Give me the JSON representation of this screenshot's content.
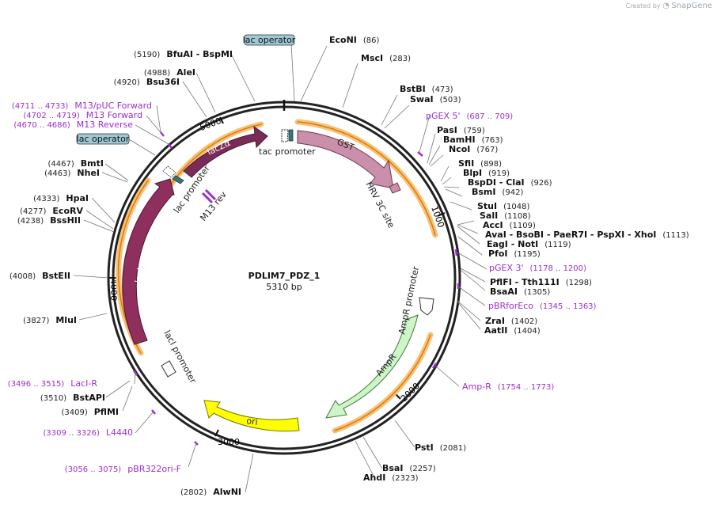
{
  "credit": {
    "prefix": "Created by",
    "brand": "SnapGene"
  },
  "plasmid": {
    "name": "PDLIM7_PDZ_1",
    "size": "5310 bp"
  },
  "colors": {
    "lacZa": "#7b2b57",
    "lacI": "#8e2f5e",
    "GST": "#c98fab",
    "AmpR": "#cdf5c8",
    "ori": "#ffff00",
    "HRV": "#c98fab",
    "promoter": "#ffffff",
    "primer": "#9b30d0",
    "highlight": "#f6c27a",
    "lac_operator": "#9fc8d6"
  },
  "ticks": [
    "1000",
    "2000",
    "3000",
    "4000",
    "5000"
  ],
  "features": {
    "lacZa": "lacZα",
    "lacI": "lacI",
    "GST": "GST",
    "AmpR": "AmpR",
    "ori": "ori",
    "tac_promoter": "tac promoter",
    "lac_promoter": "lac promoter",
    "lacI_promoter": "lacI promoter",
    "AmpR_promoter": "AmpR promoter",
    "HRV": "HRV 3C site",
    "M13rev": "M13 rev",
    "lac_operator_top": "lac operator",
    "lac_operator_left": "lac operator"
  },
  "enzymes": [
    {
      "name": "EcoNI",
      "pos": "(86)"
    },
    {
      "name": "MscI",
      "pos": "(283)"
    },
    {
      "name": "BstBI",
      "pos": "(473)"
    },
    {
      "name": "SwaI",
      "pos": "(503)"
    },
    {
      "name": "PasI",
      "pos": "(759)"
    },
    {
      "name": "BamHI",
      "pos": "(763)"
    },
    {
      "name": "NcoI",
      "pos": "(767)"
    },
    {
      "name": "SfiI",
      "pos": "(898)"
    },
    {
      "name": "BlpI",
      "pos": "(919)"
    },
    {
      "name": "BspDI - ClaI",
      "pos": "(926)"
    },
    {
      "name": "BsmI",
      "pos": "(942)"
    },
    {
      "name": "StuI",
      "pos": "(1048)"
    },
    {
      "name": "SalI",
      "pos": "(1108)"
    },
    {
      "name": "AccI",
      "pos": "(1109)"
    },
    {
      "name": "AvaI - BsoBI - PaeR7I - PspXI - XhoI",
      "pos": "(1113)"
    },
    {
      "name": "EagI - NotI",
      "pos": "(1119)"
    },
    {
      "name": "PfoI",
      "pos": "(1195)"
    },
    {
      "name": "PflFI - Tth111I",
      "pos": "(1298)"
    },
    {
      "name": "BsaAI",
      "pos": "(1305)"
    },
    {
      "name": "ZraI",
      "pos": "(1402)"
    },
    {
      "name": "AatII",
      "pos": "(1404)"
    },
    {
      "name": "PstI",
      "pos": "(2081)"
    },
    {
      "name": "BsaI",
      "pos": "(2257)"
    },
    {
      "name": "AhdI",
      "pos": "(2323)"
    },
    {
      "name": "AlwNI",
      "pos": "(2802)"
    },
    {
      "name": "PflMI",
      "pos": "(3409)"
    },
    {
      "name": "BstAPI",
      "pos": "(3510)"
    },
    {
      "name": "MluI",
      "pos": "(3827)"
    },
    {
      "name": "BstEII",
      "pos": "(4008)"
    },
    {
      "name": "BssHII",
      "pos": "(4238)"
    },
    {
      "name": "EcoRV",
      "pos": "(4277)"
    },
    {
      "name": "HpaI",
      "pos": "(4333)"
    },
    {
      "name": "NheI",
      "pos": "(4463)"
    },
    {
      "name": "BmtI",
      "pos": "(4467)"
    },
    {
      "name": "Bsu36I",
      "pos": "(4920)"
    },
    {
      "name": "AleI",
      "pos": "(4988)"
    },
    {
      "name": "BfuAI - BspMI",
      "pos": "(5190)"
    }
  ],
  "primers": [
    {
      "name": "pGEX 5'",
      "pos": "(687 .. 709)"
    },
    {
      "name": "pGEX 3'",
      "pos": "(1178 .. 1200)"
    },
    {
      "name": "pBRforEco",
      "pos": "(1345 .. 1363)"
    },
    {
      "name": "Amp-R",
      "pos": "(1754 .. 1773)"
    },
    {
      "name": "LacI-R",
      "pos": "(3496 .. 3515)"
    },
    {
      "name": "L4440",
      "pos": "(3309 .. 3326)"
    },
    {
      "name": "pBR322ori-F",
      "pos": "(3056 .. 3075)"
    },
    {
      "name": "M13/pUC Forward",
      "pos": "(4711 .. 4733)"
    },
    {
      "name": "M13 Forward",
      "pos": "(4702 .. 4719)"
    },
    {
      "name": "M13 Reverse",
      "pos": "(4670 .. 4686)"
    }
  ]
}
